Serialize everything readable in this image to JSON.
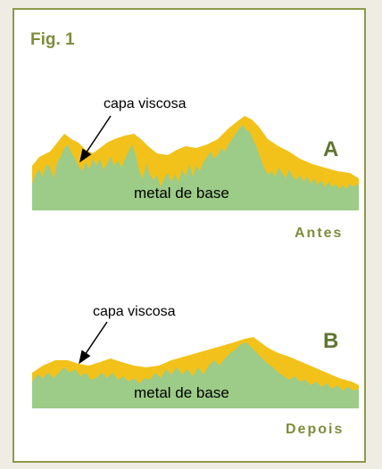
{
  "figure": {
    "title": "Fig. 1",
    "panels": [
      {
        "letter": "A",
        "callout": "capa viscosa",
        "base_label": "metal de base",
        "caption": "Antes"
      },
      {
        "letter": "B",
        "callout": "capa viscosa",
        "base_label": "metal de base",
        "caption": "Depois"
      }
    ]
  },
  "colors": {
    "viscous_layer": "#f2c21b",
    "base_metal": "#9dcb88",
    "frame_border": "#8e9a4a",
    "accent_text": "#7f8c3c",
    "letter": "#5f7630"
  }
}
